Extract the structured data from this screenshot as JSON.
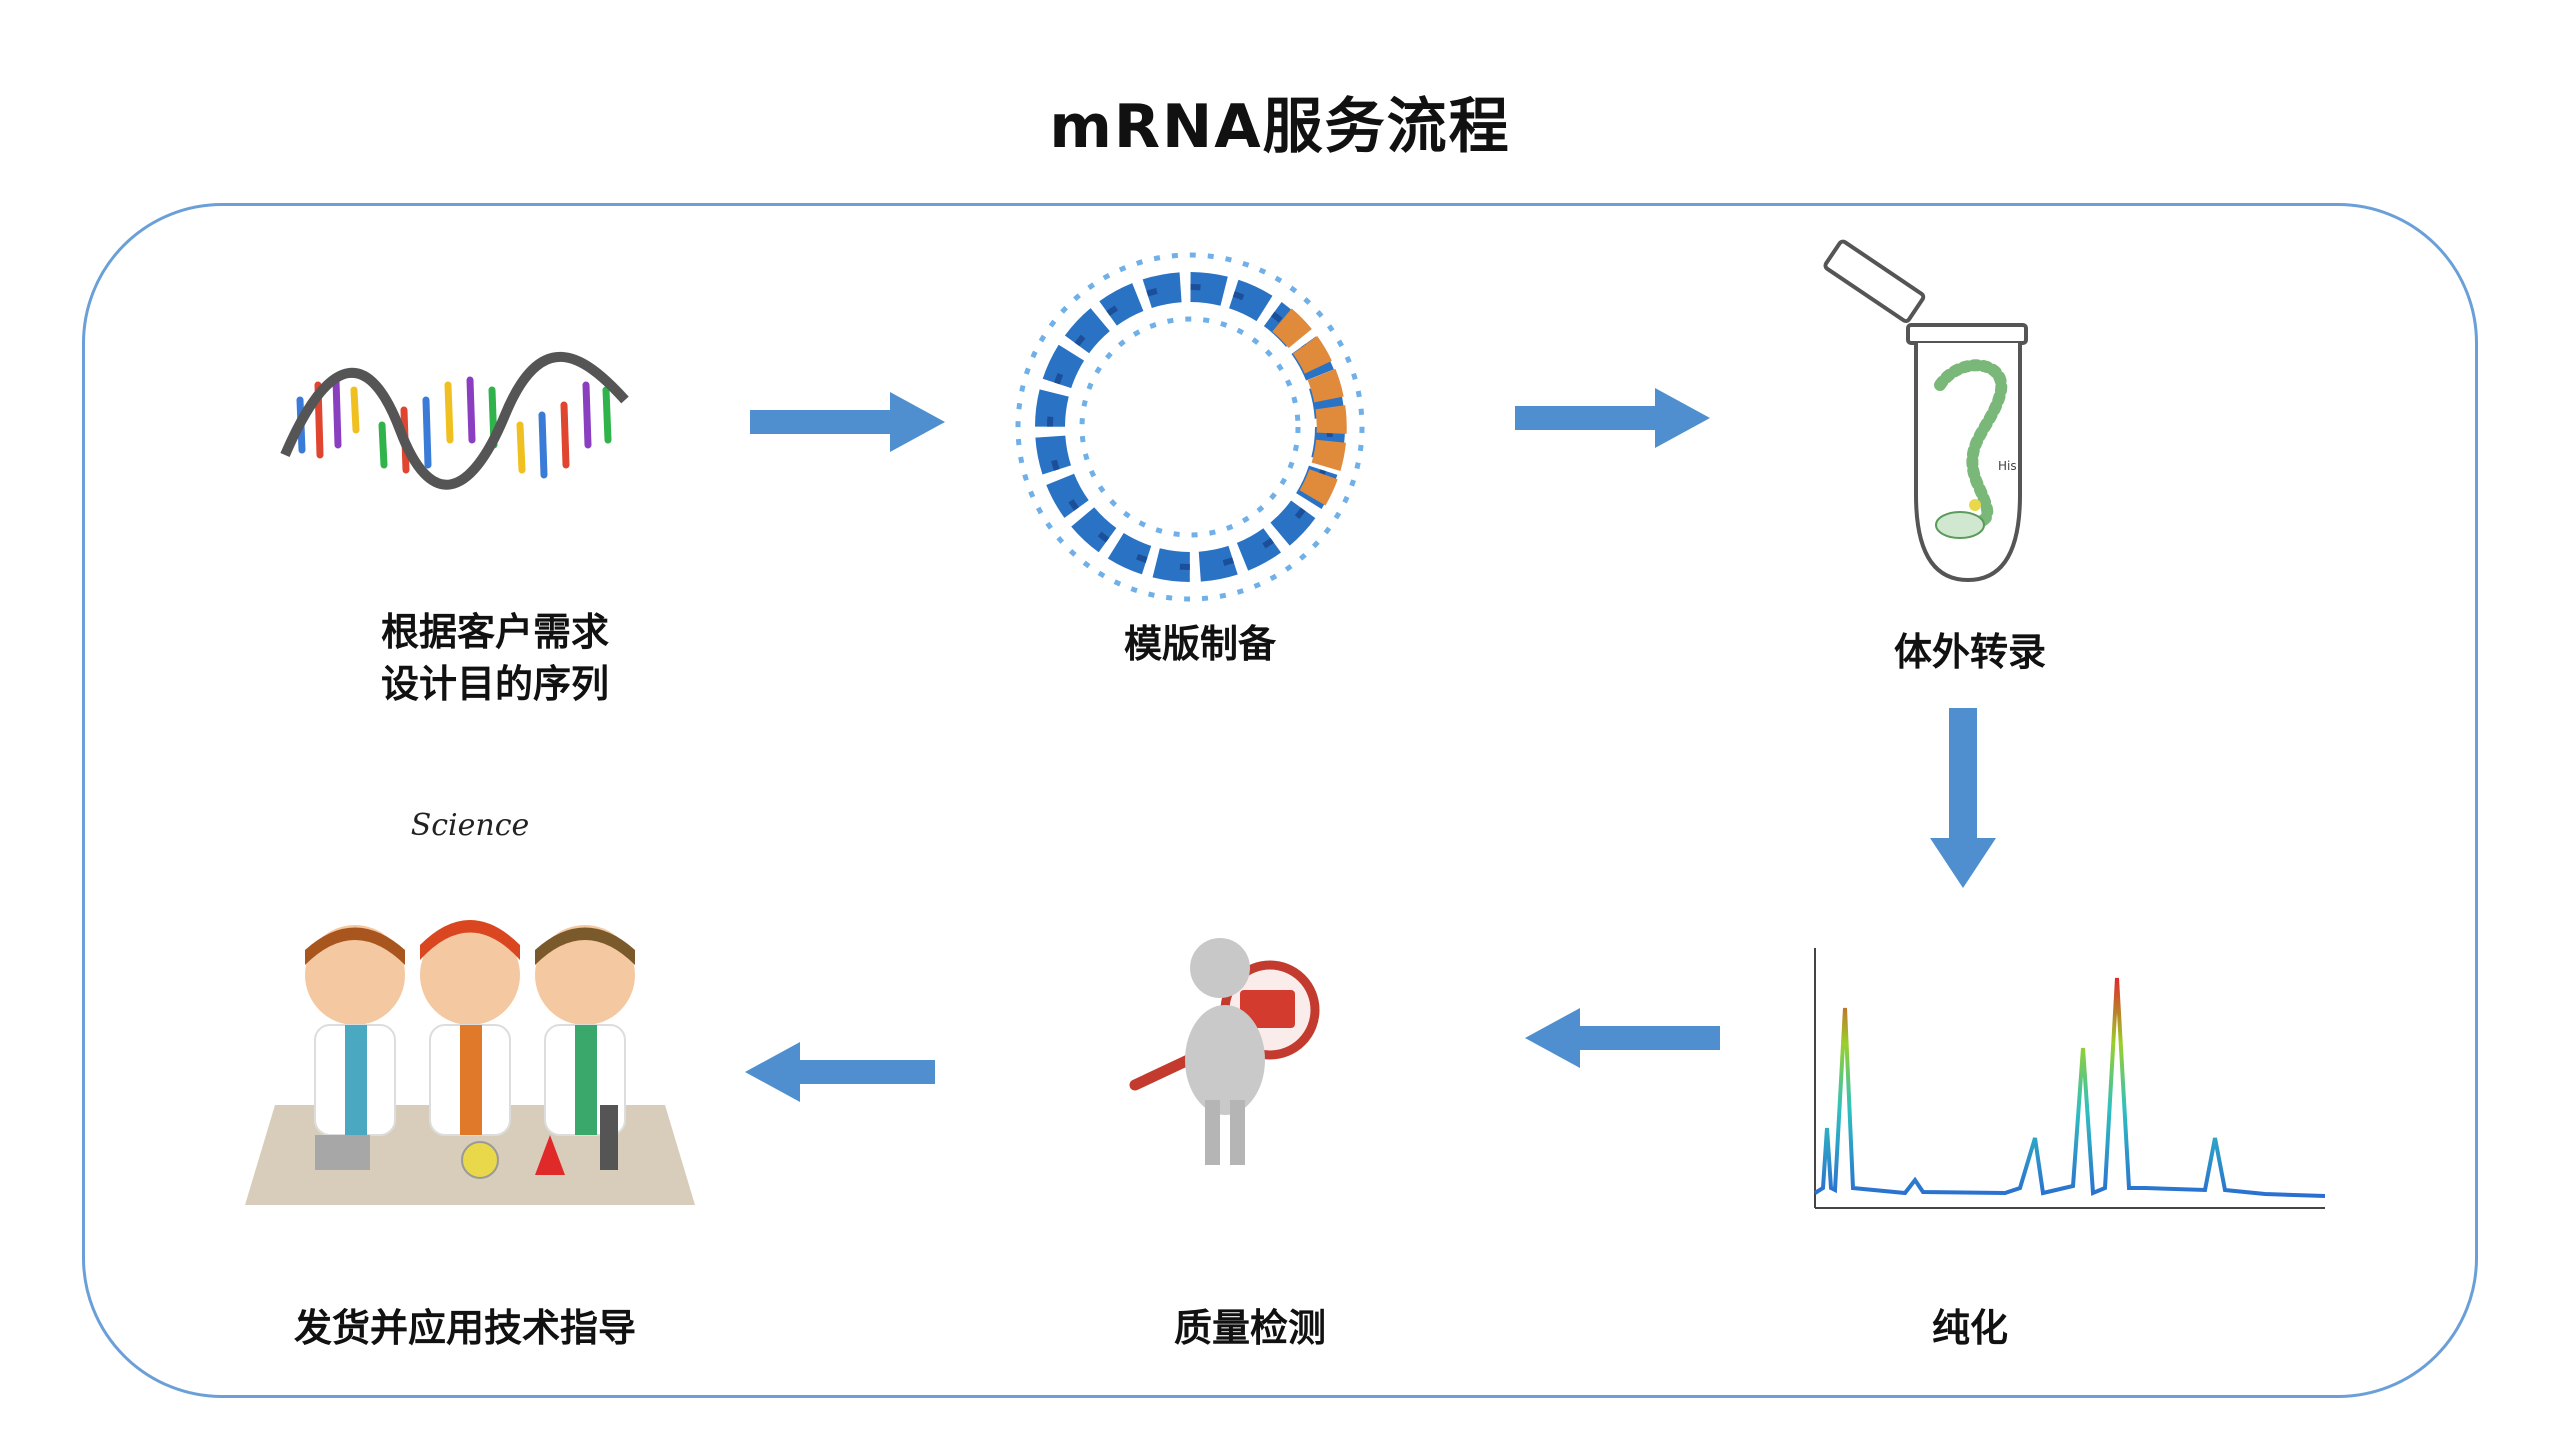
{
  "title": "mRNA服务流程",
  "steps": [
    {
      "id": "design",
      "lines": [
        "根据客户需求",
        "设计目的序列"
      ]
    },
    {
      "id": "template",
      "lines": [
        "模版制备"
      ]
    },
    {
      "id": "transcription",
      "lines": [
        "体外转录"
      ]
    },
    {
      "id": "purification",
      "lines": [
        "纯化"
      ]
    },
    {
      "id": "qc",
      "lines": [
        "质量检测"
      ]
    },
    {
      "id": "delivery",
      "lines": [
        "发货并应用技术指导"
      ]
    }
  ],
  "science_caption": "Science",
  "tube_label": "His",
  "colors": {
    "frame": "#6a9fd8",
    "arrow": "#4f8fd0",
    "dna_blue": "#2a73c4",
    "dna_orange": "#e08a3c",
    "magnifier_red": "#d23b2e"
  }
}
